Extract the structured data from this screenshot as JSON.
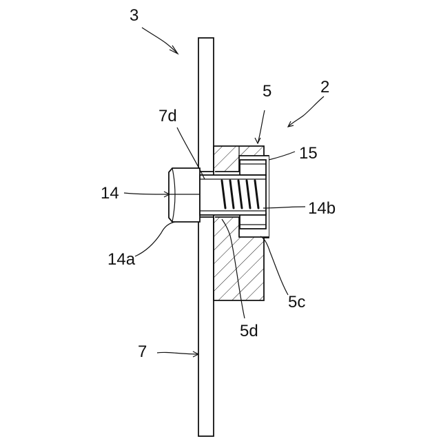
{
  "figure": {
    "labels": {
      "l3": "3",
      "l2": "2",
      "l5": "5",
      "l7d": "7d",
      "l15": "15",
      "l14": "14",
      "l14b": "14b",
      "l14a": "14a",
      "l5c": "5c",
      "l5d": "5d",
      "l7": "7"
    }
  }
}
